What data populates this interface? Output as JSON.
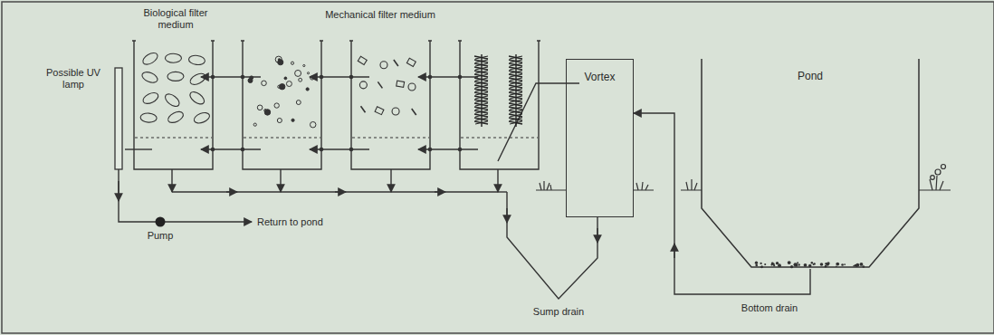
{
  "diagram": {
    "nodes": [
      {
        "text": [
          "Vortex"
        ]
      },
      {
        "text": [
          "Pond"
        ]
      }
    ],
    "edges": [
      {
        "from": 1,
        "to": 0,
        "arrow": "to"
      }
    ],
    "labels": [
      "Biological filter medium",
      "Mechanical filter medium",
      "Possible UV lamp",
      "Return to pond",
      "Pump",
      "Sump drain",
      "Bottom drain"
    ]
  }
}
